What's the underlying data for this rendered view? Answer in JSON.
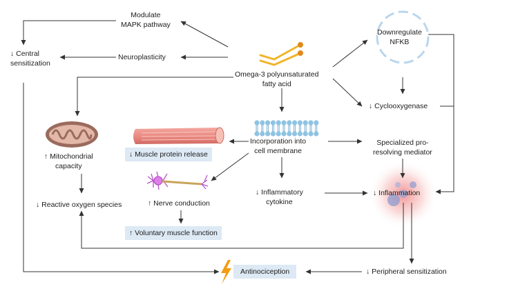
{
  "nodes": {
    "modulate_mapk": "Modulate\nMAPK pathway",
    "central_sensitization": "↓ Central\nsensitization",
    "neuroplasticity": "Neuroplasticity",
    "omega3": "Omega-3 polyunsaturated\nfatty acid",
    "downregulate_nfkb": "Downregulate\nNFKB",
    "cyclooxygenase": "↓ Cyclooxygenase",
    "mitochondrial_capacity": "↑ Mitochondrial\ncapacity",
    "muscle_protein_release": "↓ Muscle protein release",
    "incorporation_membrane": "Incorporation into\ncell membrane",
    "spm": "Specialized pro-\nresolving mediator",
    "inflammatory_cytokine": "↓ Inflammatory\ncytokine",
    "inflammation": "↓ Inflammation",
    "nerve_conduction": "↑ Nerve conduction",
    "reactive_oxygen": "↓ Reactive oxygen species",
    "voluntary_muscle": "↑ Voluntary muscle function",
    "antinociception": "Antinociception",
    "peripheral_sensitization": "↓ Peripheral sensitization"
  },
  "colors": {
    "arrow": "#333333",
    "highlight_box": "#dde9f4",
    "nfkb_ring": "#b9d6ee",
    "mitochondria": "#9a6b5e",
    "muscle": "#e8867e",
    "neuron": "#b553c9",
    "lipid_head": "#8ec3e2",
    "fatty_acid": "#f0b429",
    "lightning": "#f39c12",
    "inflammation_glow": "#f19a9a",
    "cell": "#8d9bd0"
  },
  "icons": [
    "fatty-acid-icon",
    "mitochondria-icon",
    "muscle-fiber-icon",
    "neuron-icon",
    "cell-membrane-icon",
    "inflammation-icon",
    "lightning-icon"
  ]
}
